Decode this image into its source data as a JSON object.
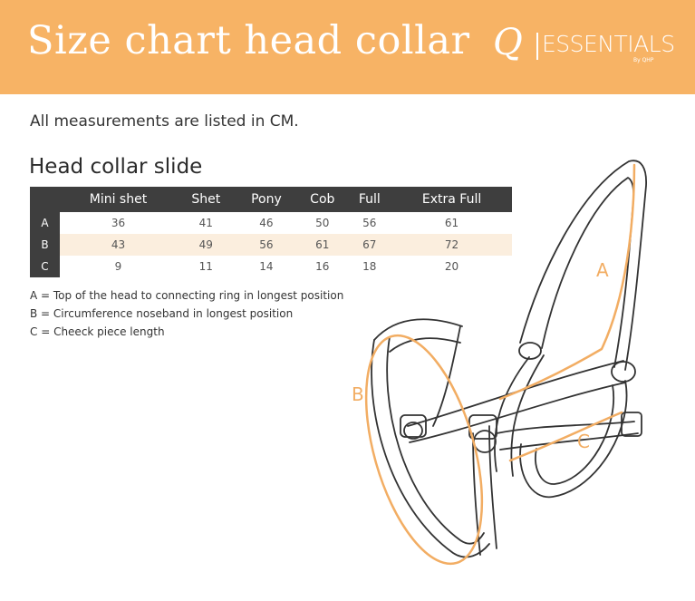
{
  "header": {
    "title": "Size chart head collar",
    "brand_q": "Q",
    "brand_name": "ESSENTIALS",
    "brand_sub": "By QHP",
    "color": "#f7b365"
  },
  "intro": "All measurements are listed in CM.",
  "section_title": "Head collar slide",
  "table": {
    "columns": [
      "",
      "Mini shet",
      "Shet",
      "Pony",
      "Cob",
      "Full",
      "Extra Full"
    ],
    "rows": [
      {
        "label": "A",
        "values": [
          "36",
          "41",
          "46",
          "50",
          "56",
          "61"
        ]
      },
      {
        "label": "B",
        "values": [
          "43",
          "49",
          "56",
          "61",
          "67",
          "72"
        ]
      },
      {
        "label": "C",
        "values": [
          "9",
          "11",
          "14",
          "16",
          "18",
          "20"
        ]
      }
    ]
  },
  "legend": [
    "A = Top of the head to connecting ring in longest position",
    "B = Circumference noseband in longest position",
    "C = Cheeck piece length"
  ],
  "diagram": {
    "label_a": "A",
    "label_b": "B",
    "label_c": "C",
    "accent": "#f2ad63",
    "line": "#333333"
  }
}
